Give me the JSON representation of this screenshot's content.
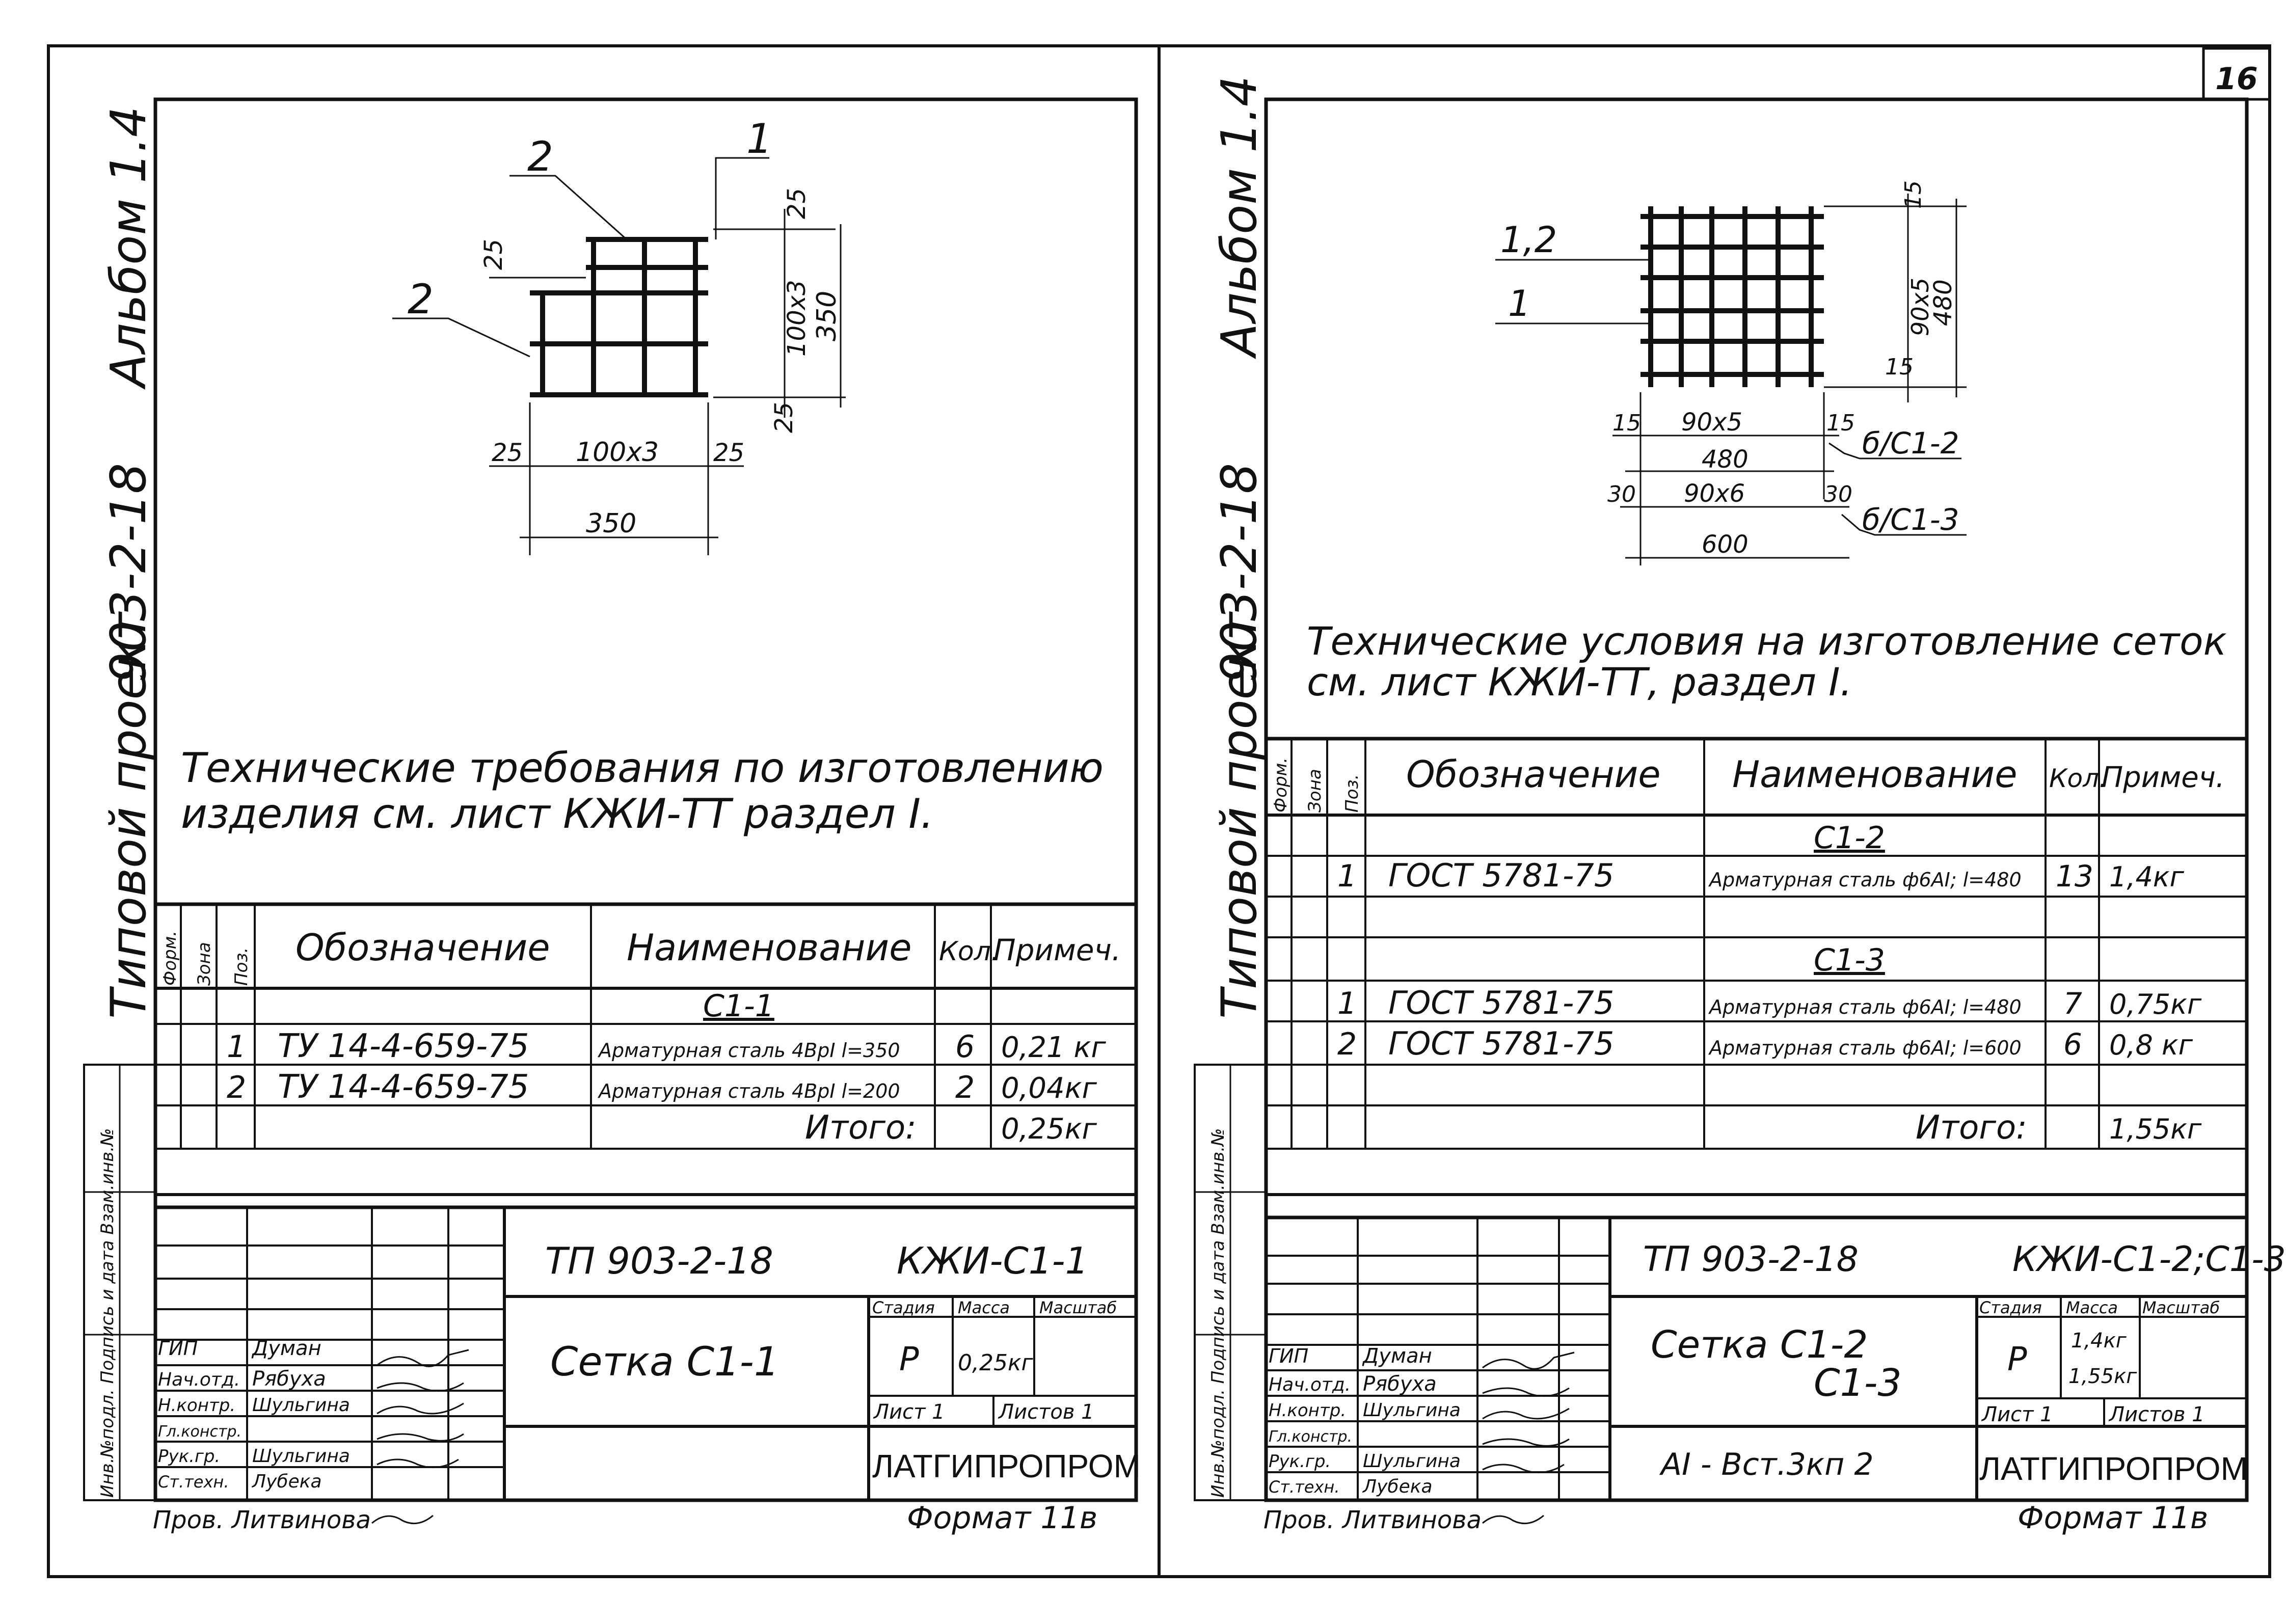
{
  "page_number": "16",
  "left": {
    "side_album": "Альбом 1.4",
    "side_project": "903-2-18",
    "side_type": "Типовой проект",
    "side_inv": "Инв.№подл. Подпись и дата Взам.инв.№",
    "drawing": {
      "callouts": [
        "2",
        "2",
        "1"
      ],
      "dims": [
        "25",
        "100x3",
        "350",
        "25",
        "25",
        "100x3",
        "25",
        "350",
        "25"
      ]
    },
    "tech_note_line1": "Технические требования по изготовлению",
    "tech_note_line2": "изделия см. лист КЖИ-ТТ раздел I.",
    "table_headers": [
      "Форм.",
      "Зона",
      "Поз.",
      "Обозначение",
      "Наименование",
      "Кол.",
      "Примеч."
    ],
    "group_title": "C1-1",
    "rows": [
      {
        "pos": "1",
        "designation": "ТУ 14-4-659-75",
        "name": "Арматурная сталь 4ВрI l=350",
        "qty": "6",
        "note": "0,21 кг"
      },
      {
        "pos": "2",
        "designation": "ТУ 14-4-659-75",
        "name": "Арматурная сталь 4ВрI l=200",
        "qty": "2",
        "note": "0,04кг"
      }
    ],
    "total_label": "Итого:",
    "total_value": "0,25кг",
    "stamp": {
      "code": "ТП 903-2-18",
      "sheet_code": "КЖИ-C1-1",
      "title": "Сетка С1-1",
      "stage_h": "Стадия",
      "mass_h": "Масса",
      "scale_h": "Масштаб",
      "stage": "Р",
      "mass": "0,25кг",
      "sheet": "Лист 1",
      "sheets": "Листов 1",
      "org": "ЛАТГИПРОПРОМ",
      "roles": [
        "ГИП",
        "Нач.отд.",
        "Н.контр.",
        "Гл.констр.",
        "Рук.гр.",
        "Ст.техн."
      ],
      "names": [
        "Думан",
        "Рябуха",
        "Шульгина",
        "",
        "Шульгина",
        "Лубека"
      ],
      "checker": "Пров. Литвинова",
      "format": "Формат 11в"
    }
  },
  "right": {
    "side_album": "Альбом 1.4",
    "side_project": "903-2-18",
    "side_type": "Типовой проект",
    "side_inv": "Инв.№подл. Подпись и дата Взам.инв.№",
    "drawing": {
      "callouts": [
        "1,2",
        "1"
      ],
      "dims": [
        "15",
        "90x5",
        "480",
        "15",
        "15",
        "90x5",
        "15",
        "480",
        "30",
        "90x6",
        "30",
        "600"
      ],
      "refs": [
        "б/C1-2",
        "б/C1-3"
      ]
    },
    "tech_note_line1": "Технические условия на изготовление сеток",
    "tech_note_line2": "см. лист КЖИ-ТТ, раздел I.",
    "table_headers": [
      "Форм.",
      "Зона",
      "Поз.",
      "Обозначение",
      "Наименование",
      "Кол.",
      "Примеч."
    ],
    "group1_title": "C1-2",
    "group1_rows": [
      {
        "pos": "1",
        "designation": "ГОСТ 5781-75",
        "name": "Арматурная сталь ф6АI; l=480",
        "qty": "13",
        "note": "1,4кг"
      }
    ],
    "group2_title": "C1-3",
    "group2_rows": [
      {
        "pos": "1",
        "designation": "ГОСТ 5781-75",
        "name": "Арматурная сталь ф6АI; l=480",
        "qty": "7",
        "note": "0,75кг"
      },
      {
        "pos": "2",
        "designation": "ГОСТ 5781-75",
        "name": "Арматурная сталь ф6АI; l=600",
        "qty": "6",
        "note": "0,8 кг"
      }
    ],
    "total_label": "Итого:",
    "total_value": "1,55кг",
    "stamp": {
      "code": "ТП 903-2-18",
      "sheet_code": "КЖИ-C1-2;C1-3",
      "title1": "Сетка С1-2",
      "title2": "С1-3",
      "material": "АI - Вст.3кп 2",
      "stage_h": "Стадия",
      "mass_h": "Масса",
      "scale_h": "Масштаб",
      "stage": "Р",
      "mass1": "1,4кг",
      "mass2": "1,55кг",
      "sheet": "Лист 1",
      "sheets": "Листов 1",
      "org": "ЛАТГИПРОПРОМ",
      "roles": [
        "ГИП",
        "Нач.отд.",
        "Н.контр.",
        "Гл.констр.",
        "Рук.гр.",
        "Ст.техн."
      ],
      "names": [
        "Думан",
        "Рябуха",
        "Шульгина",
        "",
        "Шульгина",
        "Лубека"
      ],
      "checker": "Пров. Литвинова",
      "format": "Формат 11в"
    }
  }
}
